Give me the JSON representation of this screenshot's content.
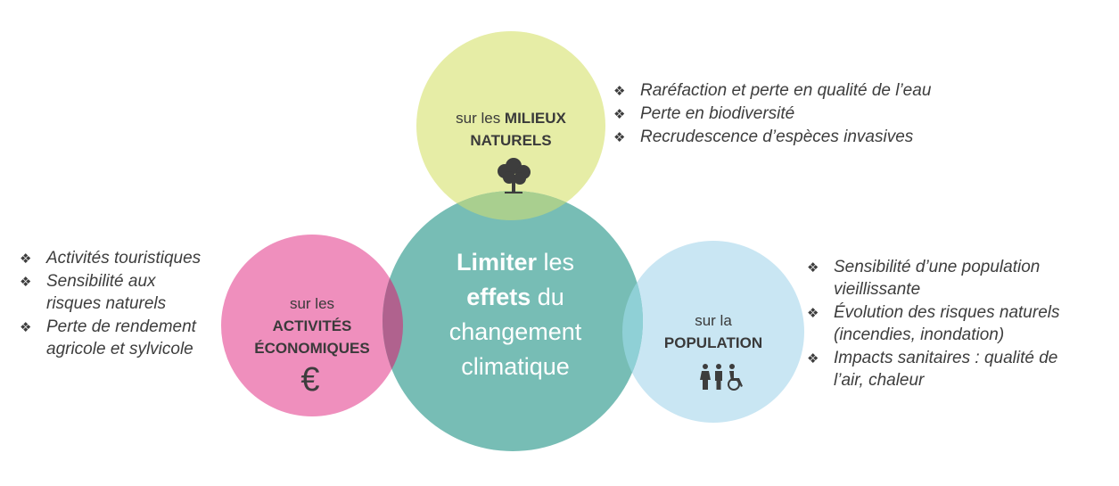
{
  "center": {
    "line1_bold": "Limiter",
    "line1_rest": " les",
    "line2_bold": "effets",
    "line2_rest": " du",
    "line3": "changement",
    "line4": "climatique"
  },
  "milieux": {
    "prefix": "sur les ",
    "bold1": "MILIEUX",
    "bold2": "NATURELS",
    "icon": "tree-icon",
    "bullets": [
      "Raréfaction et perte en qualité de l’eau",
      "Perte en biodiversité",
      "Recrudescence d’espèces invasives"
    ]
  },
  "activites": {
    "prefix": "sur les",
    "bold1": "ACTIVITÉS",
    "bold2": "ÉCONOMIQUES",
    "symbol": "€",
    "bullets": [
      [
        "Activités touristiques"
      ],
      [
        "Sensibilité aux",
        "risques naturels"
      ],
      [
        "Perte de rendement",
        "agricole et sylvicole"
      ]
    ]
  },
  "population": {
    "prefix": "sur la",
    "bold1": "POPULATION",
    "icon": "people-wheelchair-icon",
    "bullets": [
      [
        "Sensibilité d’une population",
        "vieillissante"
      ],
      [
        "Évolution des risques naturels",
        "(incendies, inondation)"
      ],
      [
        "Impacts sanitaires : qualité de",
        "l’air, chaleur"
      ]
    ]
  },
  "bullet_symbol": "❖",
  "colors": {
    "milieux": "#e6eda6",
    "activites": "#ef8fbd",
    "center": "#77bdb5",
    "population": "#c9e6f3",
    "overlap_top": "#a9cf8f",
    "overlap_left": "#b0628e",
    "overlap_right": "#8fd0d6"
  }
}
